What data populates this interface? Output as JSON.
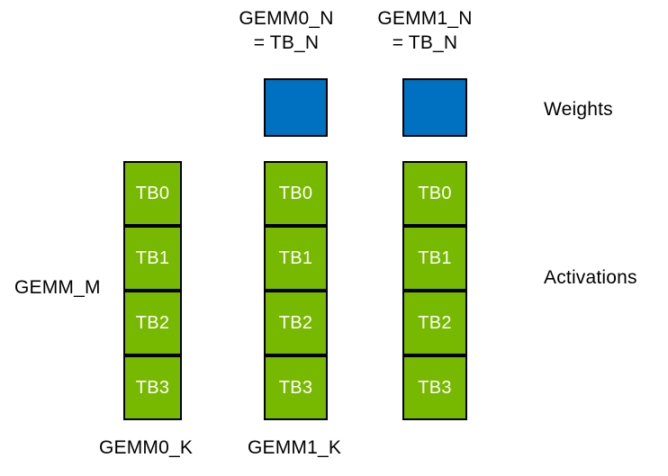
{
  "colors": {
    "background": "#ffffff",
    "weights_fill": "#0070c0",
    "activations_fill": "#76b900",
    "outline": "#000000",
    "cell_text": "#ffffff",
    "label_text": "#000000"
  },
  "header_labels": {
    "gemm0_n_line1": "GEMM0_N",
    "gemm0_n_line2": "= TB_N",
    "gemm1_n_line1": "GEMM1_N",
    "gemm1_n_line2": "= TB_N"
  },
  "side_labels": {
    "weights": "Weights",
    "activations": "Activations",
    "gemm_m": "GEMM_M"
  },
  "footer_labels": {
    "gemm0_k": "GEMM0_K",
    "gemm1_k": "GEMM1_K"
  },
  "activation_columns": [
    {
      "cells": [
        "TB0",
        "TB1",
        "TB2",
        "TB3"
      ]
    },
    {
      "cells": [
        "TB0",
        "TB1",
        "TB2",
        "TB3"
      ]
    },
    {
      "cells": [
        "TB0",
        "TB1",
        "TB2",
        "TB3"
      ]
    }
  ],
  "weights_blocks_count": 2
}
